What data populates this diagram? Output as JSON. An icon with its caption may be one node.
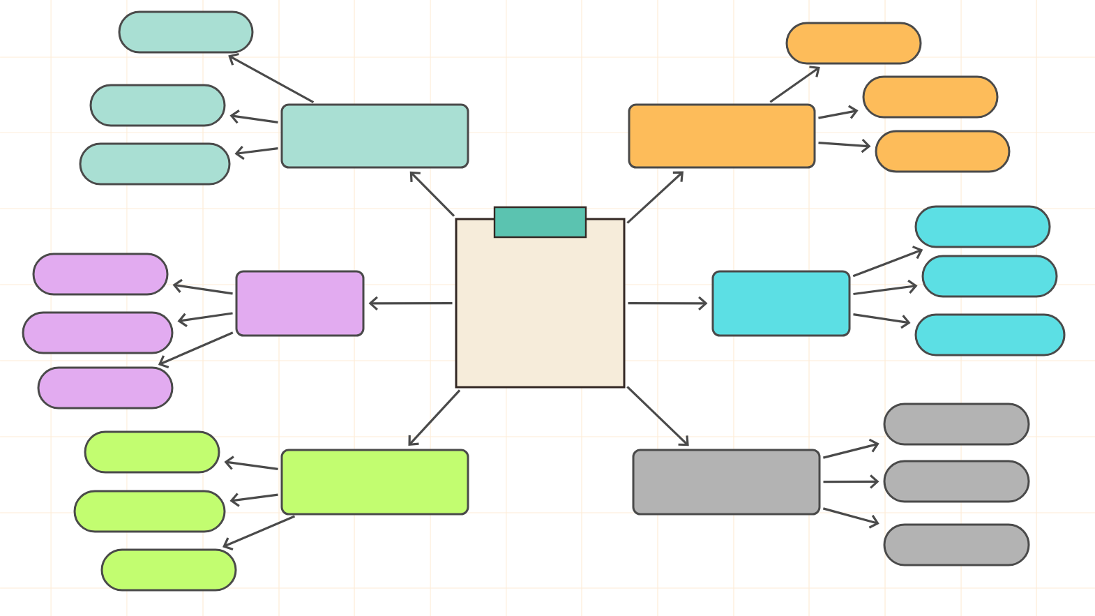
{
  "diagram": {
    "nodes": [
      {
        "text": [],
        "shape": "box"
      },
      {
        "text": [],
        "shape": "box"
      },
      {
        "text": [],
        "shape": "pill"
      },
      {
        "text": [],
        "shape": "pill"
      },
      {
        "text": [],
        "shape": "pill"
      },
      {
        "text": [],
        "shape": "box"
      },
      {
        "text": [],
        "shape": "pill"
      },
      {
        "text": [],
        "shape": "pill"
      },
      {
        "text": [],
        "shape": "pill"
      },
      {
        "text": [],
        "shape": "box"
      },
      {
        "text": [],
        "shape": "pill"
      },
      {
        "text": [],
        "shape": "pill"
      },
      {
        "text": [],
        "shape": "pill"
      },
      {
        "text": [],
        "shape": "box"
      },
      {
        "text": [],
        "shape": "pill"
      },
      {
        "text": [],
        "shape": "pill"
      },
      {
        "text": [],
        "shape": "pill"
      },
      {
        "text": [],
        "shape": "box"
      },
      {
        "text": [],
        "shape": "pill"
      },
      {
        "text": [],
        "shape": "pill"
      },
      {
        "text": [],
        "shape": "pill"
      },
      {
        "text": [],
        "shape": "box"
      },
      {
        "text": [],
        "shape": "pill"
      },
      {
        "text": [],
        "shape": "pill"
      },
      {
        "text": [],
        "shape": "pill"
      }
    ],
    "edges": [
      {
        "from": 0,
        "to": 1,
        "arrow": "to"
      },
      {
        "from": 1,
        "to": 2,
        "arrow": "to"
      },
      {
        "from": 1,
        "to": 3,
        "arrow": "to"
      },
      {
        "from": 1,
        "to": 4,
        "arrow": "to"
      },
      {
        "from": 0,
        "to": 5,
        "arrow": "to"
      },
      {
        "from": 5,
        "to": 6,
        "arrow": "to"
      },
      {
        "from": 5,
        "to": 7,
        "arrow": "to"
      },
      {
        "from": 5,
        "to": 8,
        "arrow": "to"
      },
      {
        "from": 0,
        "to": 9,
        "arrow": "to"
      },
      {
        "from": 9,
        "to": 10,
        "arrow": "to"
      },
      {
        "from": 9,
        "to": 11,
        "arrow": "to"
      },
      {
        "from": 9,
        "to": 12,
        "arrow": "to"
      },
      {
        "from": 0,
        "to": 13,
        "arrow": "to"
      },
      {
        "from": 13,
        "to": 14,
        "arrow": "to"
      },
      {
        "from": 13,
        "to": 15,
        "arrow": "to"
      },
      {
        "from": 13,
        "to": 16,
        "arrow": "to"
      },
      {
        "from": 0,
        "to": 17,
        "arrow": "to"
      },
      {
        "from": 17,
        "to": 18,
        "arrow": "to"
      },
      {
        "from": 17,
        "to": 19,
        "arrow": "to"
      },
      {
        "from": 17,
        "to": 20,
        "arrow": "to"
      },
      {
        "from": 0,
        "to": 21,
        "arrow": "to"
      },
      {
        "from": 21,
        "to": 22,
        "arrow": "to"
      },
      {
        "from": 21,
        "to": 23,
        "arrow": "to"
      },
      {
        "from": 21,
        "to": 24,
        "arrow": "to"
      }
    ]
  }
}
